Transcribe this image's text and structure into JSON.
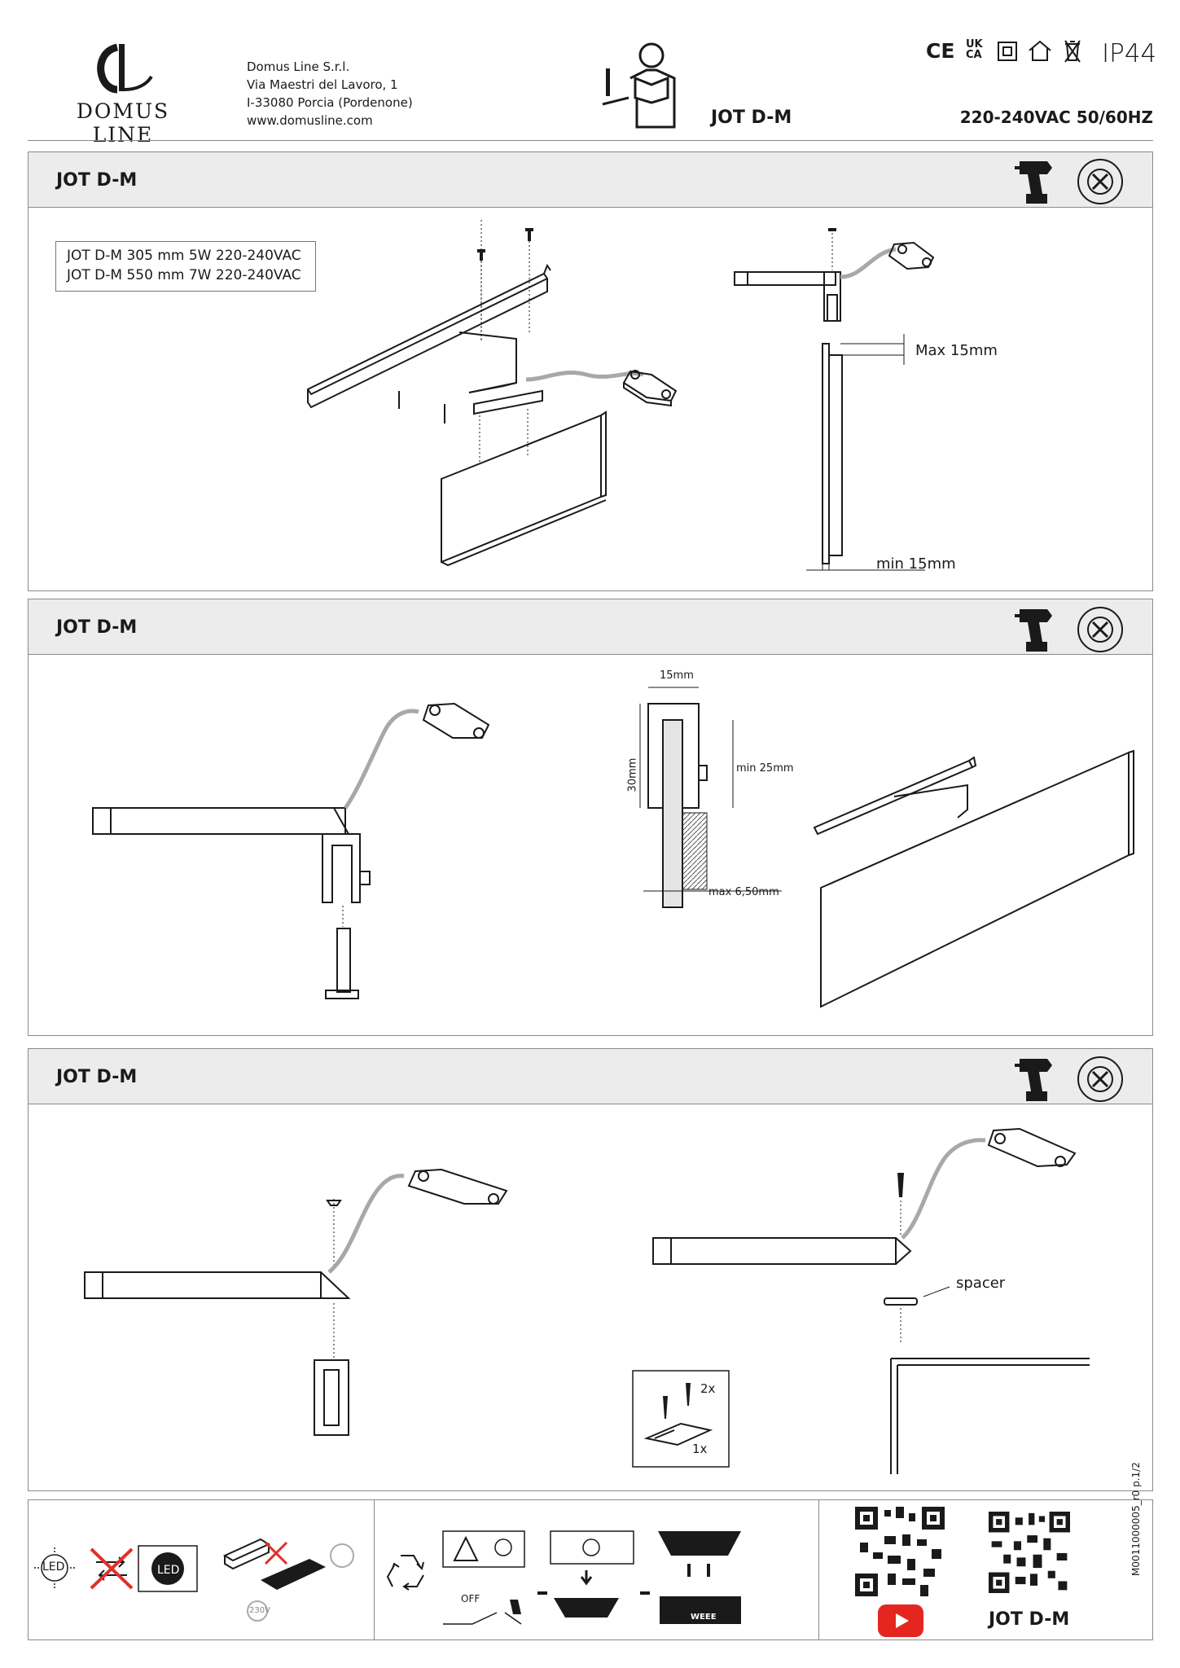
{
  "header": {
    "brand": "DOMUS LINE",
    "company": "Domus Line S.r.l.",
    "street": "Via Maestri del Lavoro, 1",
    "city": "I-33080 Porcia (Pordenone)",
    "website": "www.domusline.com",
    "model": "JOT D-M",
    "voltage": "220-240VAC 50/60HZ",
    "ip_rating": "IP44",
    "ce_mark": "CE",
    "ukca_mark": "UK CA"
  },
  "sections": [
    {
      "title": "JOT D-M",
      "models": [
        "JOT D-M 305 mm 5W 220-240VAC",
        "JOT D-M 550 mm 7W 220-240VAC"
      ],
      "max_label": "Max 15mm",
      "min_label": "min 15mm"
    },
    {
      "title": "JOT D-M",
      "dim_15": "15mm",
      "dim_30": "30mm",
      "dim_min25": "min 25mm",
      "dim_max650": "max 6,50mm"
    },
    {
      "title": "JOT D-M",
      "spacer_label": "spacer",
      "qty_2x": "2x",
      "qty_1x": "1x"
    }
  ],
  "footer": {
    "led_label": "LED",
    "led_label_2": "LED",
    "off_label": "OFF",
    "weee_label": "WEEE",
    "v230_label": "230V",
    "model": "JOT D-M",
    "doc_code": "M0011000005_r0 p.1/2"
  },
  "icons": [
    "drill-icon",
    "no-tools-icon",
    "installer-icon",
    "recycle-icon",
    "youtube-icon",
    "qr-code-icon"
  ],
  "colors": {
    "header_band": "#ececec",
    "border": "#8a8a8a",
    "cable": "#a8a8a8",
    "youtube": "#e52620",
    "warning_red": "#e0302a"
  }
}
